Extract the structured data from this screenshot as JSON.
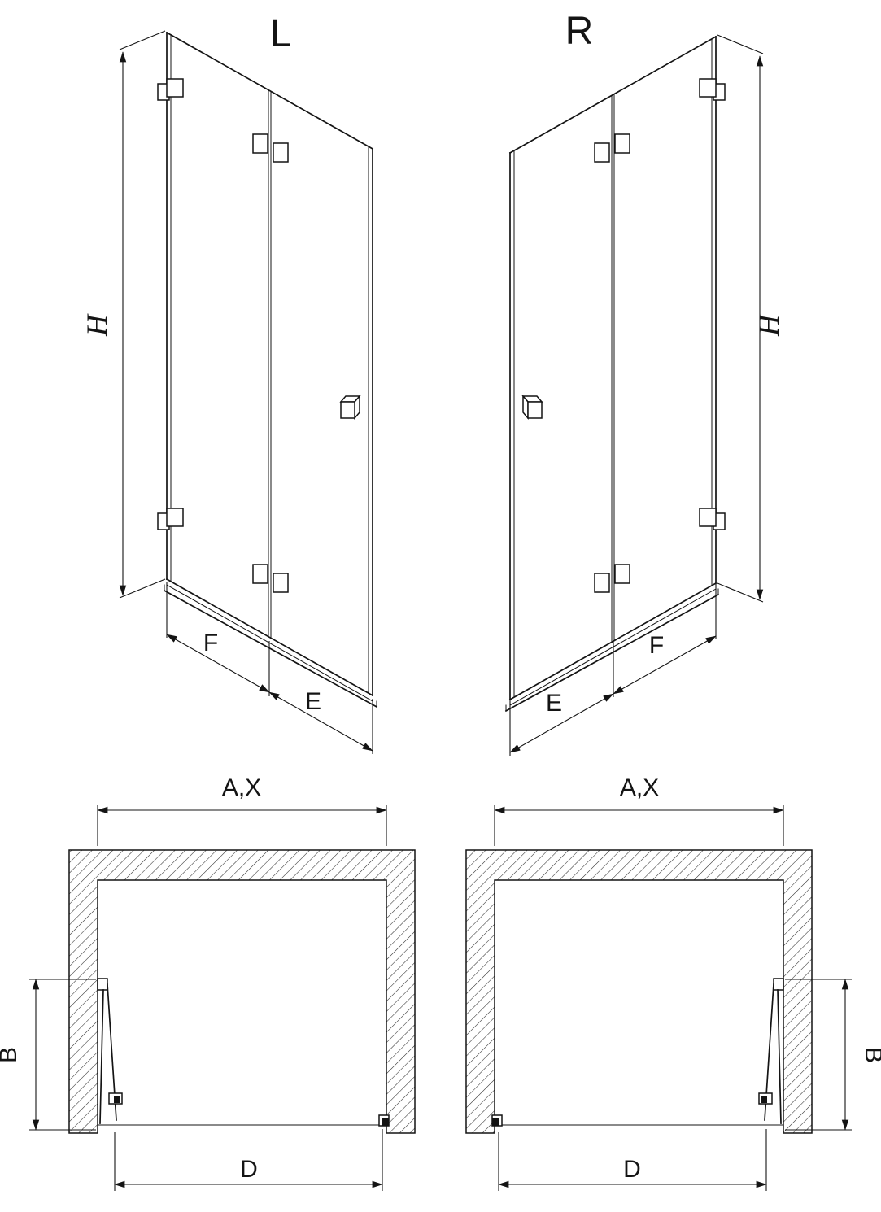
{
  "diagram": {
    "type": "technical-drawing",
    "colors": {
      "line": "#141414",
      "background": "#ffffff",
      "hatch": "#2e2e2e"
    },
    "views": {
      "elevation_left": {
        "label": "L",
        "dims": {
          "height": "H",
          "fold_panel": "F",
          "end_panel": "E"
        }
      },
      "elevation_right": {
        "label": "R",
        "dims": {
          "height": "H",
          "fold_panel": "F",
          "end_panel": "E"
        }
      },
      "plan_left": {
        "dims": {
          "overall_width": "A,X",
          "fold_depth": "B",
          "clear_opening": "D"
        }
      },
      "plan_right": {
        "dims": {
          "overall_width": "A,X",
          "fold_depth": "B",
          "clear_opening": "D"
        }
      }
    }
  }
}
